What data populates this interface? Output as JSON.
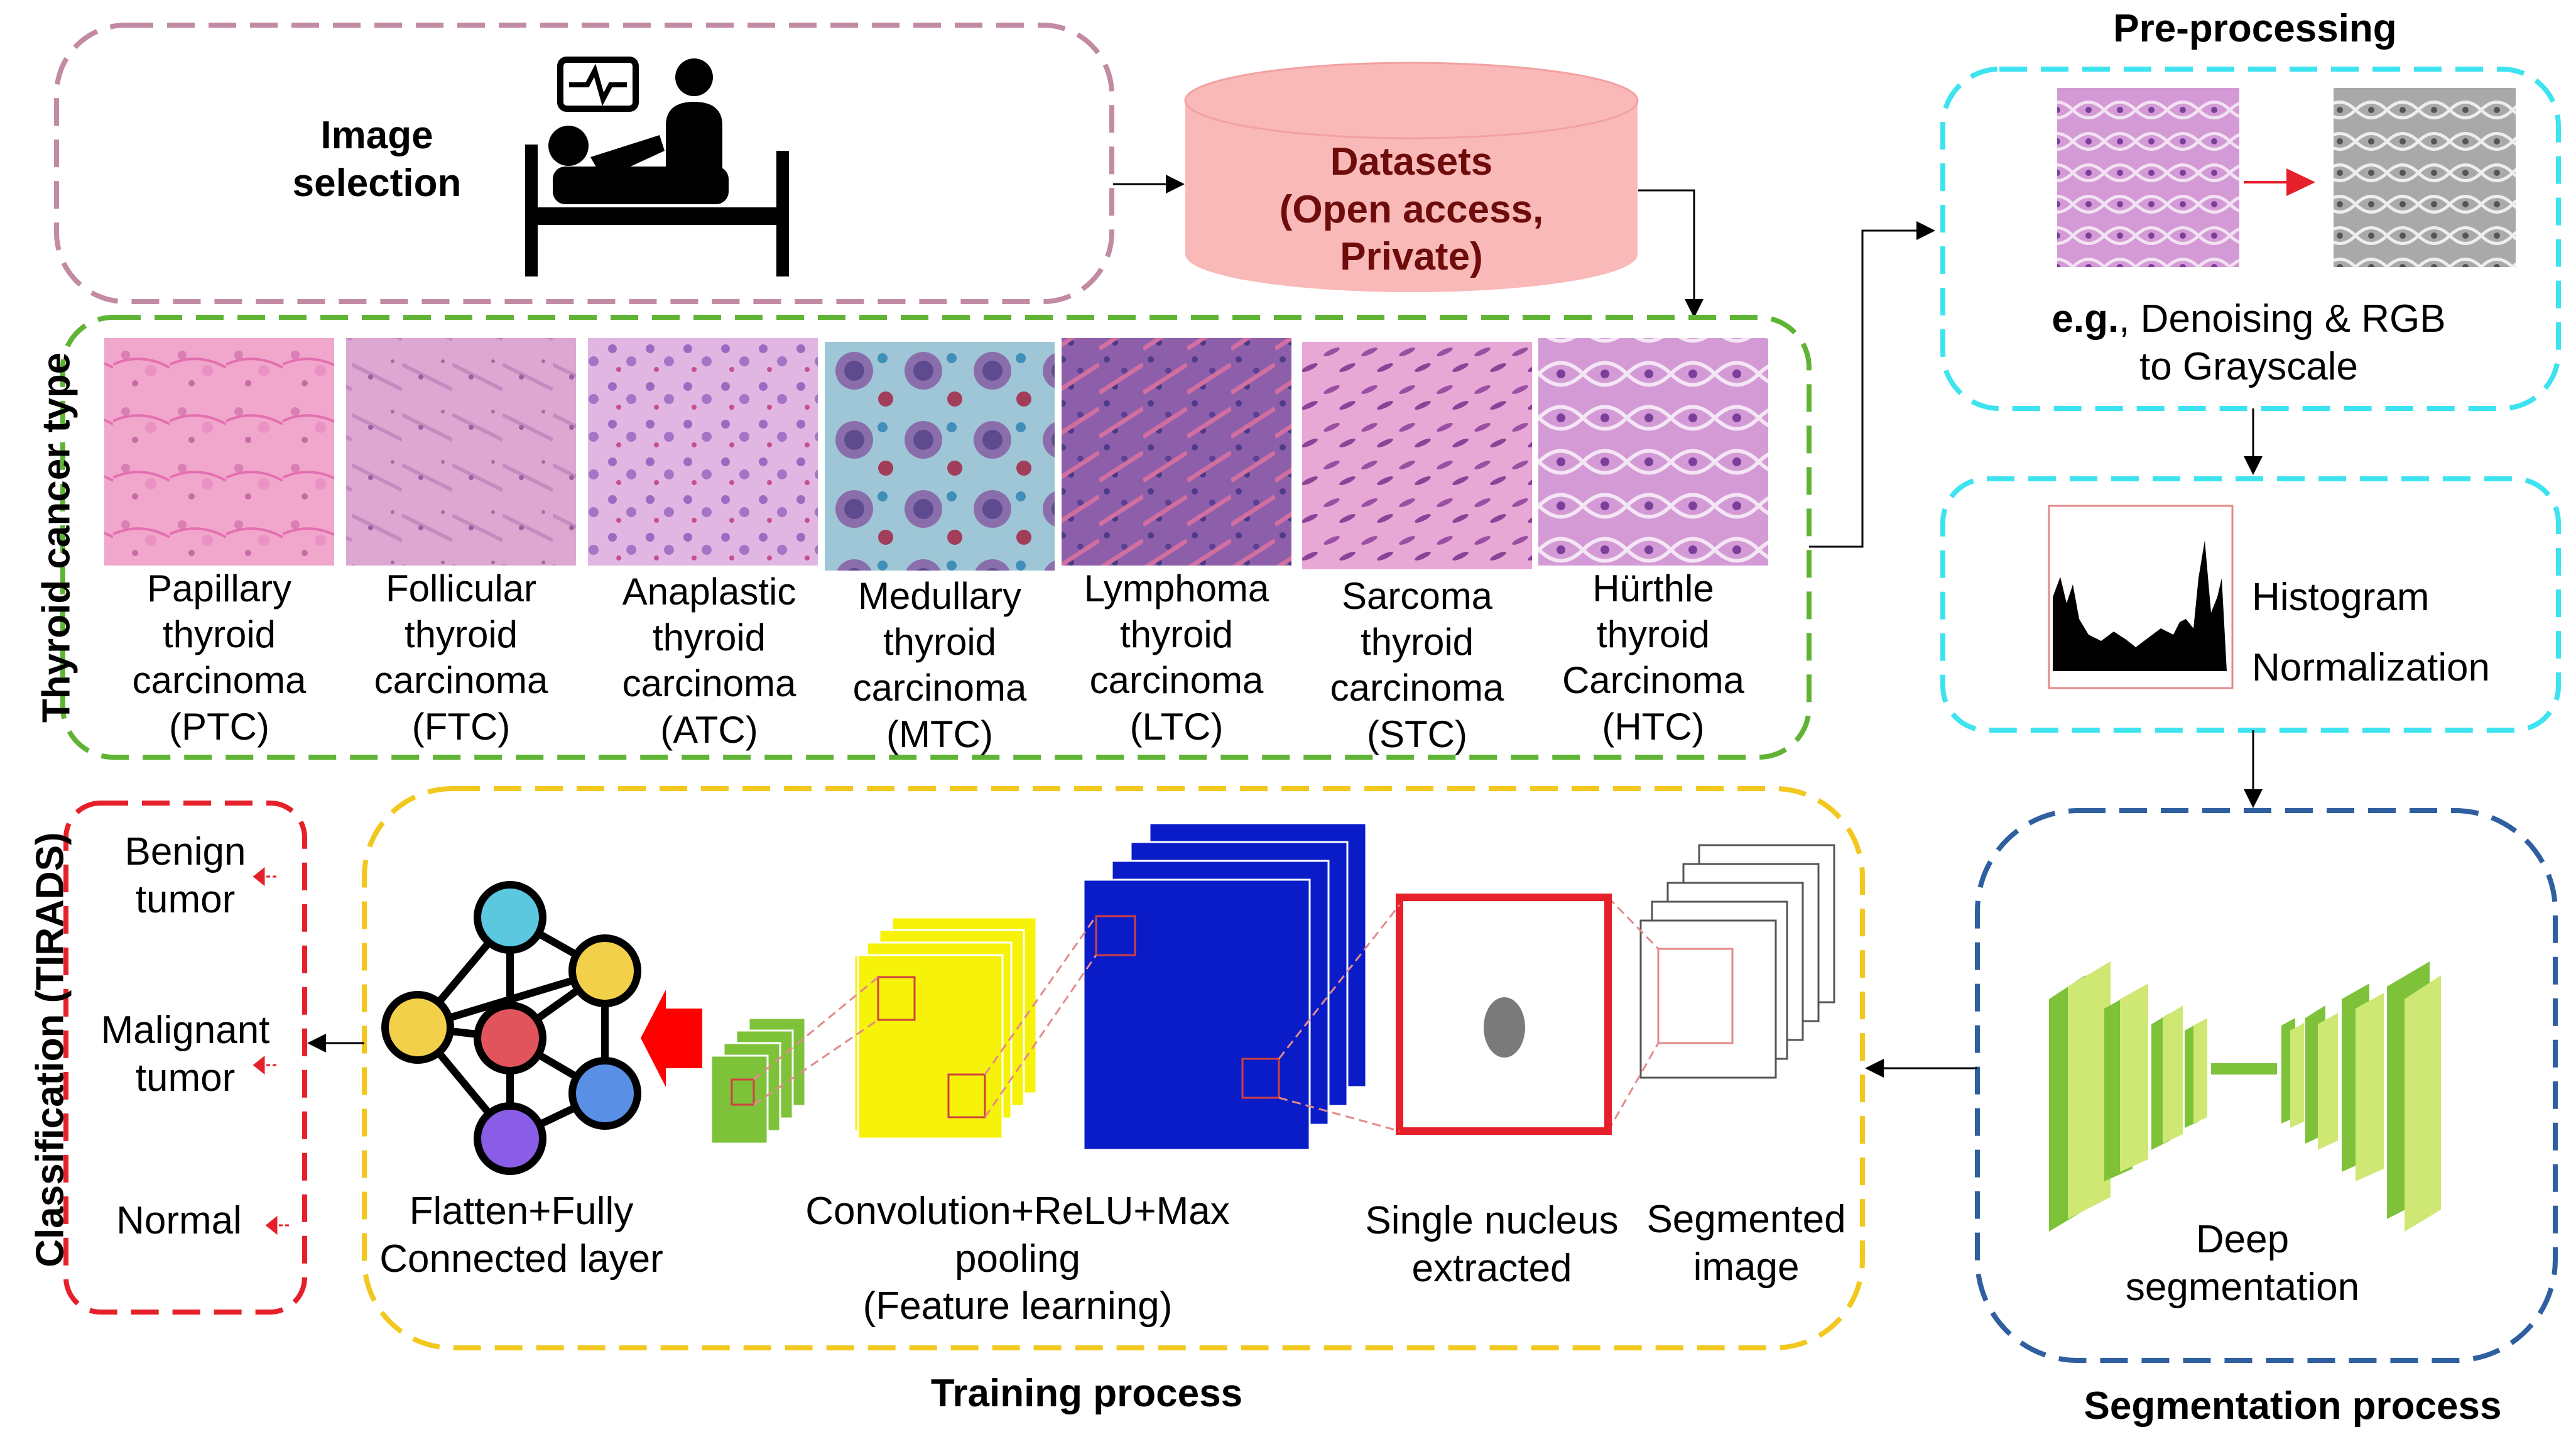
{
  "image_selection": {
    "line1": "Image",
    "line2": "selection"
  },
  "datasets": {
    "line1": "Datasets",
    "line2": "(Open access,",
    "line3": "Private)"
  },
  "cancer_type_label": "Thyroid cancer type",
  "cancer_types": [
    {
      "l1": "Papillary",
      "l2": "thyroid",
      "l3": "carcinoma",
      "l4": "(PTC)"
    },
    {
      "l1": "Follicular",
      "l2": "thyroid",
      "l3": "carcinoma",
      "l4": "(FTC)"
    },
    {
      "l1": "Anaplastic",
      "l2": "thyroid",
      "l3": "carcinoma",
      "l4": "(ATC)"
    },
    {
      "l1": "Medullary",
      "l2": "thyroid",
      "l3": "carcinoma",
      "l4": "(MTC)"
    },
    {
      "l1": "Lymphoma",
      "l2": "thyroid",
      "l3": "carcinoma",
      "l4": "(LTC)"
    },
    {
      "l1": "Sarcoma",
      "l2": "thyroid",
      "l3": "carcinoma",
      "l4": "(STC)"
    },
    {
      "l1": "Hürthle",
      "l2": "thyroid",
      "l3": "Carcinoma",
      "l4": "(HTC)"
    }
  ],
  "preprocessing": {
    "title": "Pre-processing",
    "eg_bold": "e.g.",
    "eg_rest": ", Denoising & RGB",
    "eg_line2": "to Grayscale",
    "hist_line1": "Histogram",
    "hist_line2": "Normalization"
  },
  "segmentation": {
    "label_l1": "Deep",
    "label_l2": "segmentation",
    "title": "Segmentation process"
  },
  "training": {
    "title": "Training process",
    "segmented_l1": "Segmented",
    "segmented_l2": "image",
    "nucleus_l1": "Single nucleus",
    "nucleus_l2": "extracted",
    "conv_l1": "Convolution+ReLU+Max",
    "conv_l2": "pooling",
    "conv_l3": "(Feature learning)",
    "flatten_l1": "Flatten+Fully",
    "flatten_l2": "Connected layer"
  },
  "classification": {
    "label": "Classification (TIRADS)",
    "benign_l1": "Benign",
    "benign_l2": "tumor",
    "malignant_l1": "Malignant",
    "malignant_l2": "tumor",
    "normal": "Normal"
  },
  "colors": {
    "image_selection_border": "#c28aa3",
    "cancer_border": "#5fb335",
    "preproc_border": "#3ee3f0",
    "segmentation_border": "#2f5f9f",
    "training_border": "#f2c81e",
    "classification_border": "#e5202a",
    "dataset_fill": "#f9b9b8",
    "dataset_text": "#6e0c0c"
  }
}
